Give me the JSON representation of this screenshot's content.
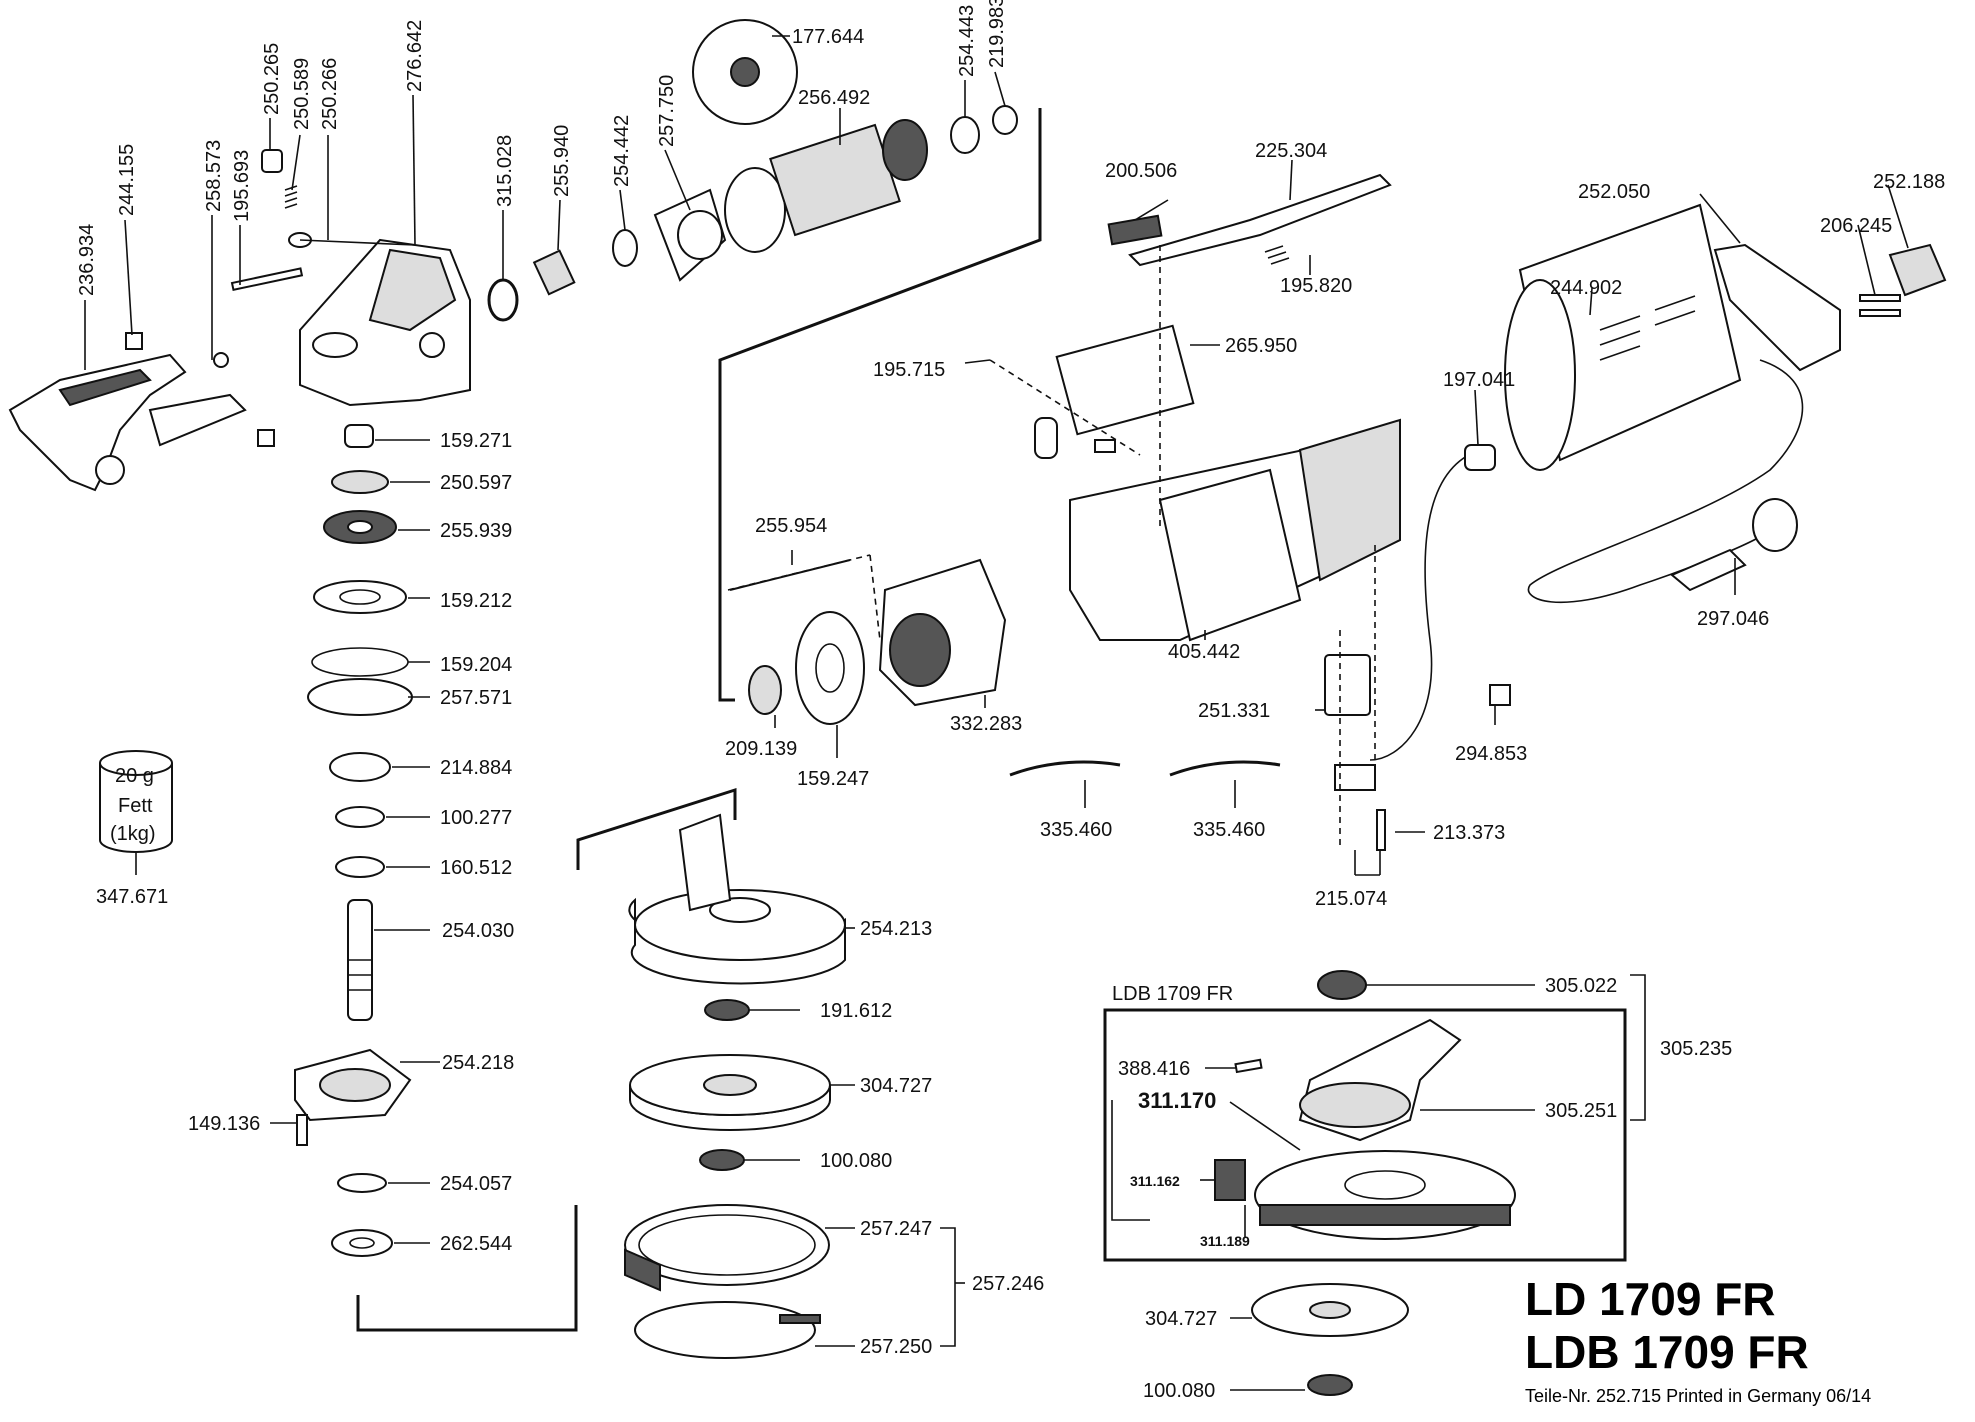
{
  "title_line1": "LD 1709 FR",
  "title_line2": "LDB 1709 FR",
  "footer": "Teile-Nr. 252.715 Printed in Germany 06/14",
  "inset_label": "LDB 1709 FR",
  "grease": {
    "amount": "20 g",
    "name": "Fett",
    "pack": "(1kg)",
    "part": "347.671"
  },
  "parts": {
    "p236934": "236.934",
    "p244155": "244.155",
    "p258573": "258.573",
    "p195693": "195.693",
    "p250265": "250.265",
    "p250589": "250.589",
    "p250266": "250.266",
    "p276642": "276.642",
    "p315028": "315.028",
    "p255940": "255.940",
    "p254442": "254.442",
    "p257750": "257.750",
    "p177644": "177.644",
    "p256492": "256.492",
    "p254443": "254.443",
    "p219983": "219.983",
    "p159271": "159.271",
    "p250597": "250.597",
    "p255939": "255.939",
    "p159212": "159.212",
    "p159204": "159.204",
    "p257571": "257.571",
    "p214884": "214.884",
    "p100277": "100.277",
    "p160512": "160.512",
    "p254030": "254.030",
    "p254218": "254.218",
    "p149136": "149.136",
    "p254057": "254.057",
    "p262544": "262.544",
    "p200506": "200.506",
    "p225304": "225.304",
    "p195820": "195.820",
    "p265950": "265.950",
    "p195715": "195.715",
    "p255954": "255.954",
    "p405442": "405.442",
    "p332283": "332.283",
    "p209139": "209.139",
    "p159247": "159.247",
    "p252050": "252.050",
    "p252188": "252.188",
    "p206245": "206.245",
    "p244902": "244.902",
    "p197041": "197.041",
    "p297046": "297.046",
    "p294853": "294.853",
    "p251331": "251.331",
    "p335460a": "335.460",
    "p335460b": "335.460",
    "p213373": "213.373",
    "p215074": "215.074",
    "p254213": "254.213",
    "p191612": "191.612",
    "p304727": "304.727",
    "p100080": "100.080",
    "p257247": "257.247",
    "p257246": "257.246",
    "p257250": "257.250",
    "p305022": "305.022",
    "p305235": "305.235",
    "p305251": "305.251",
    "p388416": "388.416",
    "p311170": "311.170",
    "p311162": "311.162",
    "p311189": "311.189",
    "p304727b": "304.727",
    "p100080b": "100.080"
  }
}
